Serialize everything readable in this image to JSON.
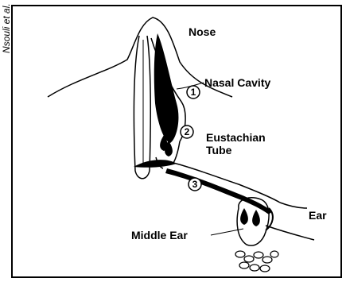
{
  "side_credit": "Nsouli et al.",
  "labels": {
    "nose": "Nose",
    "nasal_cavity": "Nasal Cavity",
    "eustachian_line1": "Eustachian",
    "eustachian_line2": "Tube",
    "ear": "Ear",
    "middle_ear": "Middle Ear"
  },
  "markers": {
    "m1": "1",
    "m2": "2",
    "m3": "3"
  },
  "colors": {
    "ink": "#000000",
    "background": "#ffffff"
  }
}
